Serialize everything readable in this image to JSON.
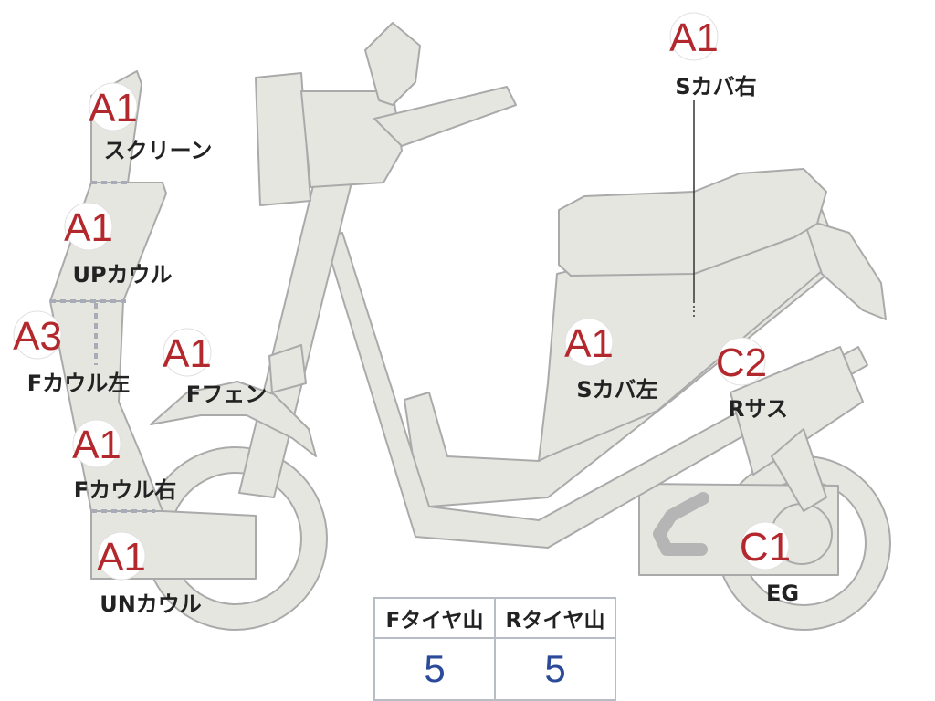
{
  "parts": [
    {
      "grade": "A1",
      "name": "スクリーン"
    },
    {
      "grade": "A1",
      "name": "UPカウル"
    },
    {
      "grade": "A3",
      "name": "Fカウル左"
    },
    {
      "grade": "A1",
      "name": "Fカウル右"
    },
    {
      "grade": "A1",
      "name": "UNカウル"
    },
    {
      "grade": "A1",
      "name": "Fフェン"
    },
    {
      "grade": "A1",
      "name": "Sカバ右"
    },
    {
      "grade": "A1",
      "name": "Sカバ左"
    },
    {
      "grade": "C2",
      "name": "Rサス"
    },
    {
      "grade": "C1",
      "name": "EG"
    }
  ],
  "tires": {
    "front_label": "Fタイヤ山",
    "rear_label": "Rタイヤ山",
    "front_value": "5",
    "rear_value": "5"
  },
  "colors": {
    "body_fill": "#e6e6e1",
    "outline": "#aaaaaa",
    "badge_text": "#b3282d",
    "value_text": "#2b4a9a"
  }
}
